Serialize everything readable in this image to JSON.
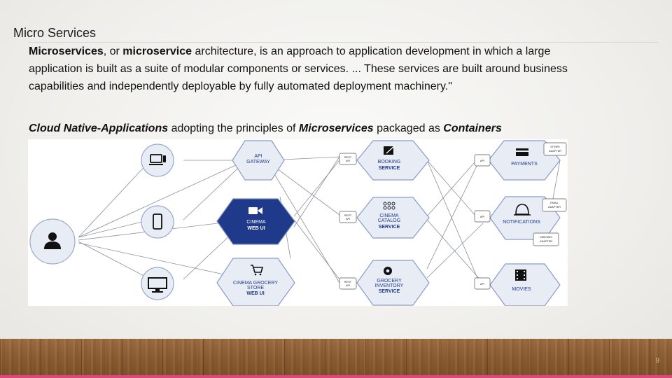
{
  "slide": {
    "title": "Micro Services",
    "page_number": "9",
    "paragraph": {
      "term1": "Microservices",
      "sep1": ", or ",
      "term2": "microservice",
      "rest": " architecture, is an approach to application development in which a large application is built as a suite of modular components or services. ... These services are built around business capabilities and independently deployable by fully automated deployment machinery.\""
    },
    "caption": {
      "part1": "Cloud Native-Applications",
      "part2": " adopting the principles of ",
      "part3": "Microservices",
      "part4": " packaged as ",
      "part5": "Containers"
    }
  },
  "diagram": {
    "gateway": {
      "line1": "API",
      "line2": "GATEWAY"
    },
    "cinema_web_ui": {
      "line1": "CINEMA",
      "line2": "WEB UI"
    },
    "grocery_store": {
      "line1": "CINEMA GROCERY",
      "line2": "STORE",
      "line3": "WEB UI"
    },
    "booking": {
      "line1": "BOOKING",
      "line2": "SERVICE"
    },
    "catalog": {
      "line1": "CINEMA",
      "line2": "CATALOG",
      "line3": "SERVICE"
    },
    "grocery_inventory": {
      "line1": "GROCERY",
      "line2": "INVENTORY",
      "line3": "SERVICE"
    },
    "payments": {
      "line1": "PAYMENTS"
    },
    "notifications": {
      "line1": "NOTIFICATIONS"
    },
    "movies": {
      "line1": "MOVIES"
    },
    "api_tag": {
      "line1": "REST",
      "line2": "API"
    },
    "api_tag_plain": {
      "line1": "API"
    },
    "stripe_tag": {
      "line1": "STRIPE",
      "line2": "ADAPTER"
    },
    "email_tag": {
      "line1": "EMAIL",
      "line2": "ADAPTER"
    },
    "sms_tag": {
      "line1": "SMS/SMS",
      "line2": "ADAPTER"
    },
    "colors": {
      "navy": "#1f3a8a",
      "light_fill": "#e8ecf5",
      "stroke": "#7d8fb8"
    },
    "icons": [
      "user-icon",
      "laptop-icon",
      "phone-icon",
      "monitor-icon",
      "camera-icon",
      "cart-icon",
      "edit-icon",
      "grid-icon",
      "gear-icon",
      "card-icon",
      "bell-icon",
      "film-icon"
    ]
  }
}
